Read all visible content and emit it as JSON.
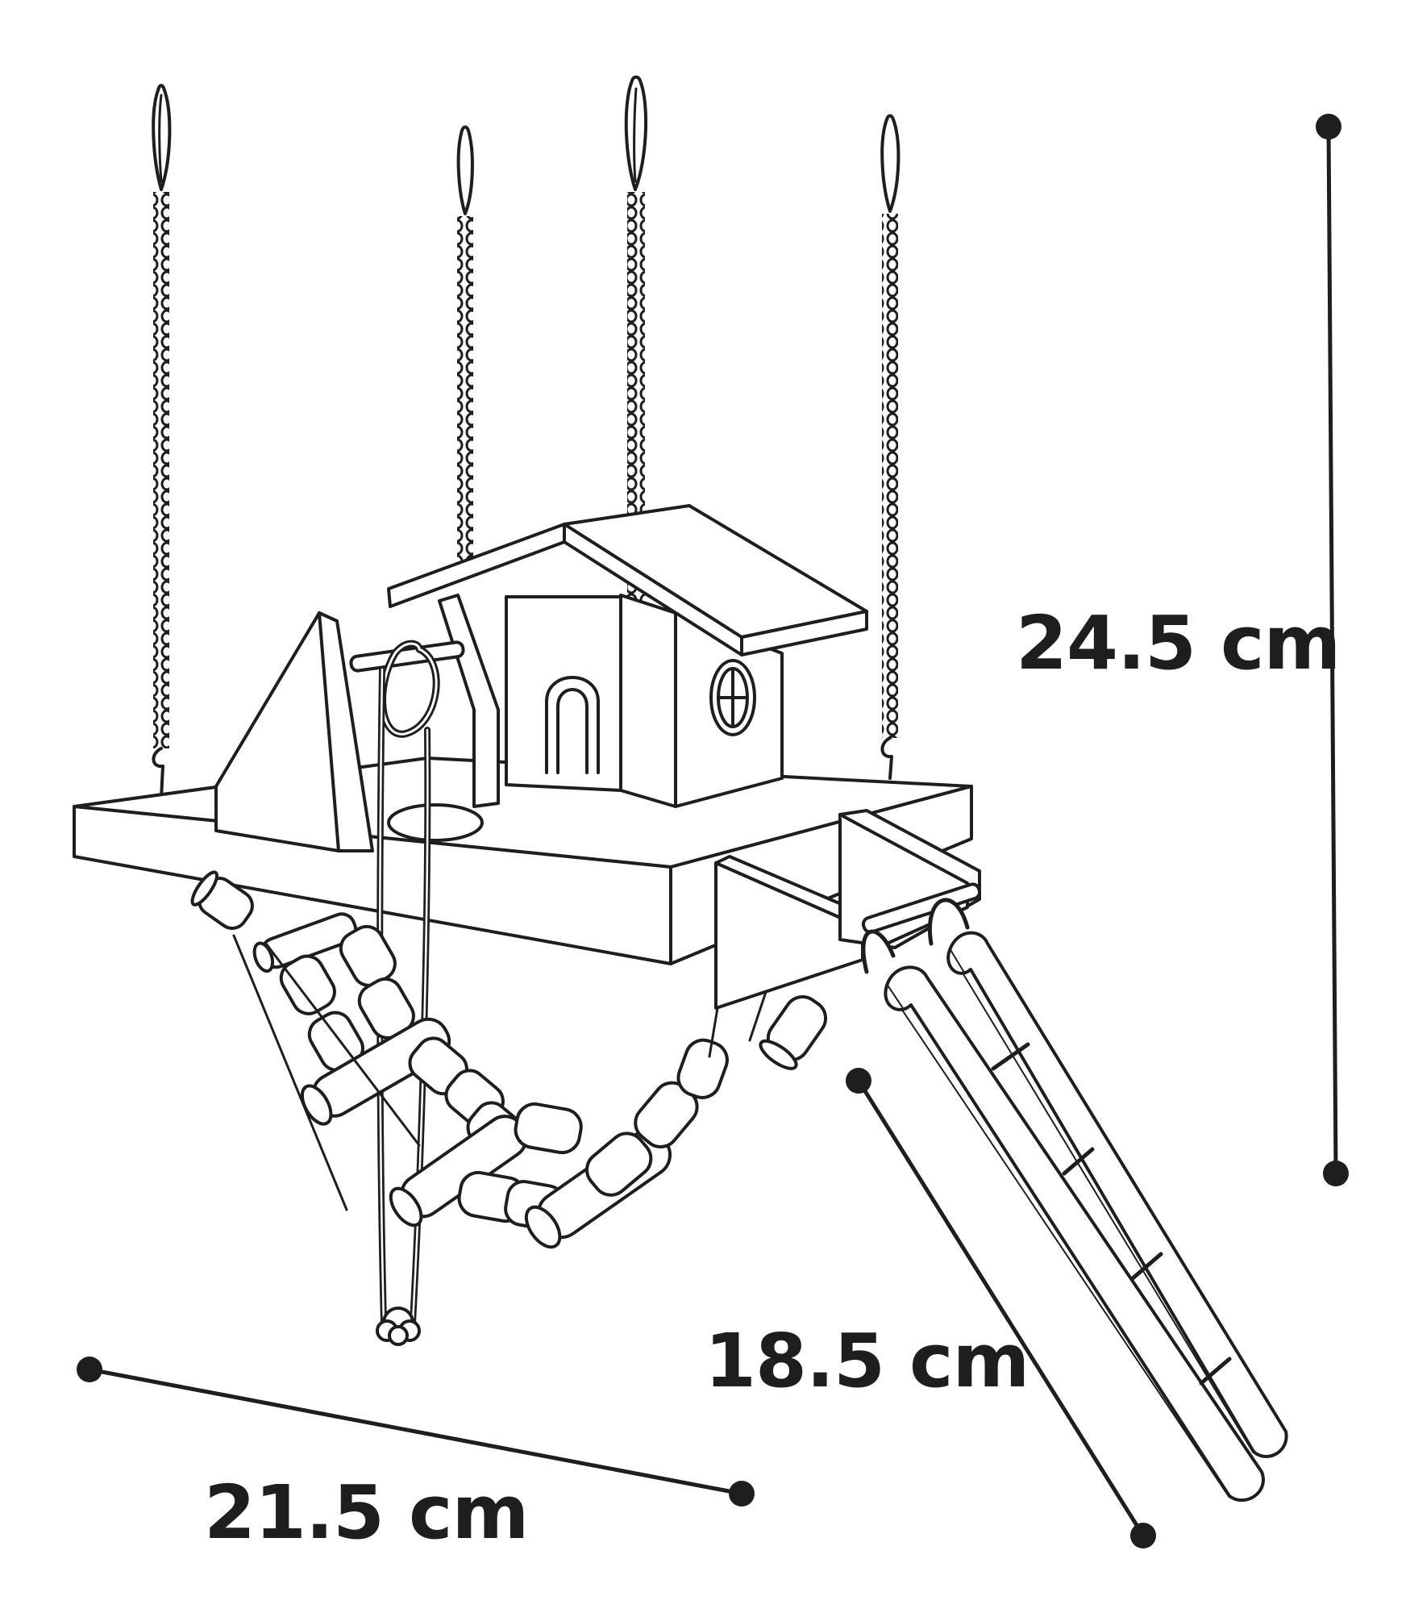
{
  "dimensions": {
    "height": {
      "label": "24.5 cm"
    },
    "depth": {
      "label": "18.5 cm"
    },
    "width": {
      "label": "21.5 cm"
    }
  },
  "colors": {
    "line": "#1e1e1e",
    "background": "#ffffff"
  }
}
